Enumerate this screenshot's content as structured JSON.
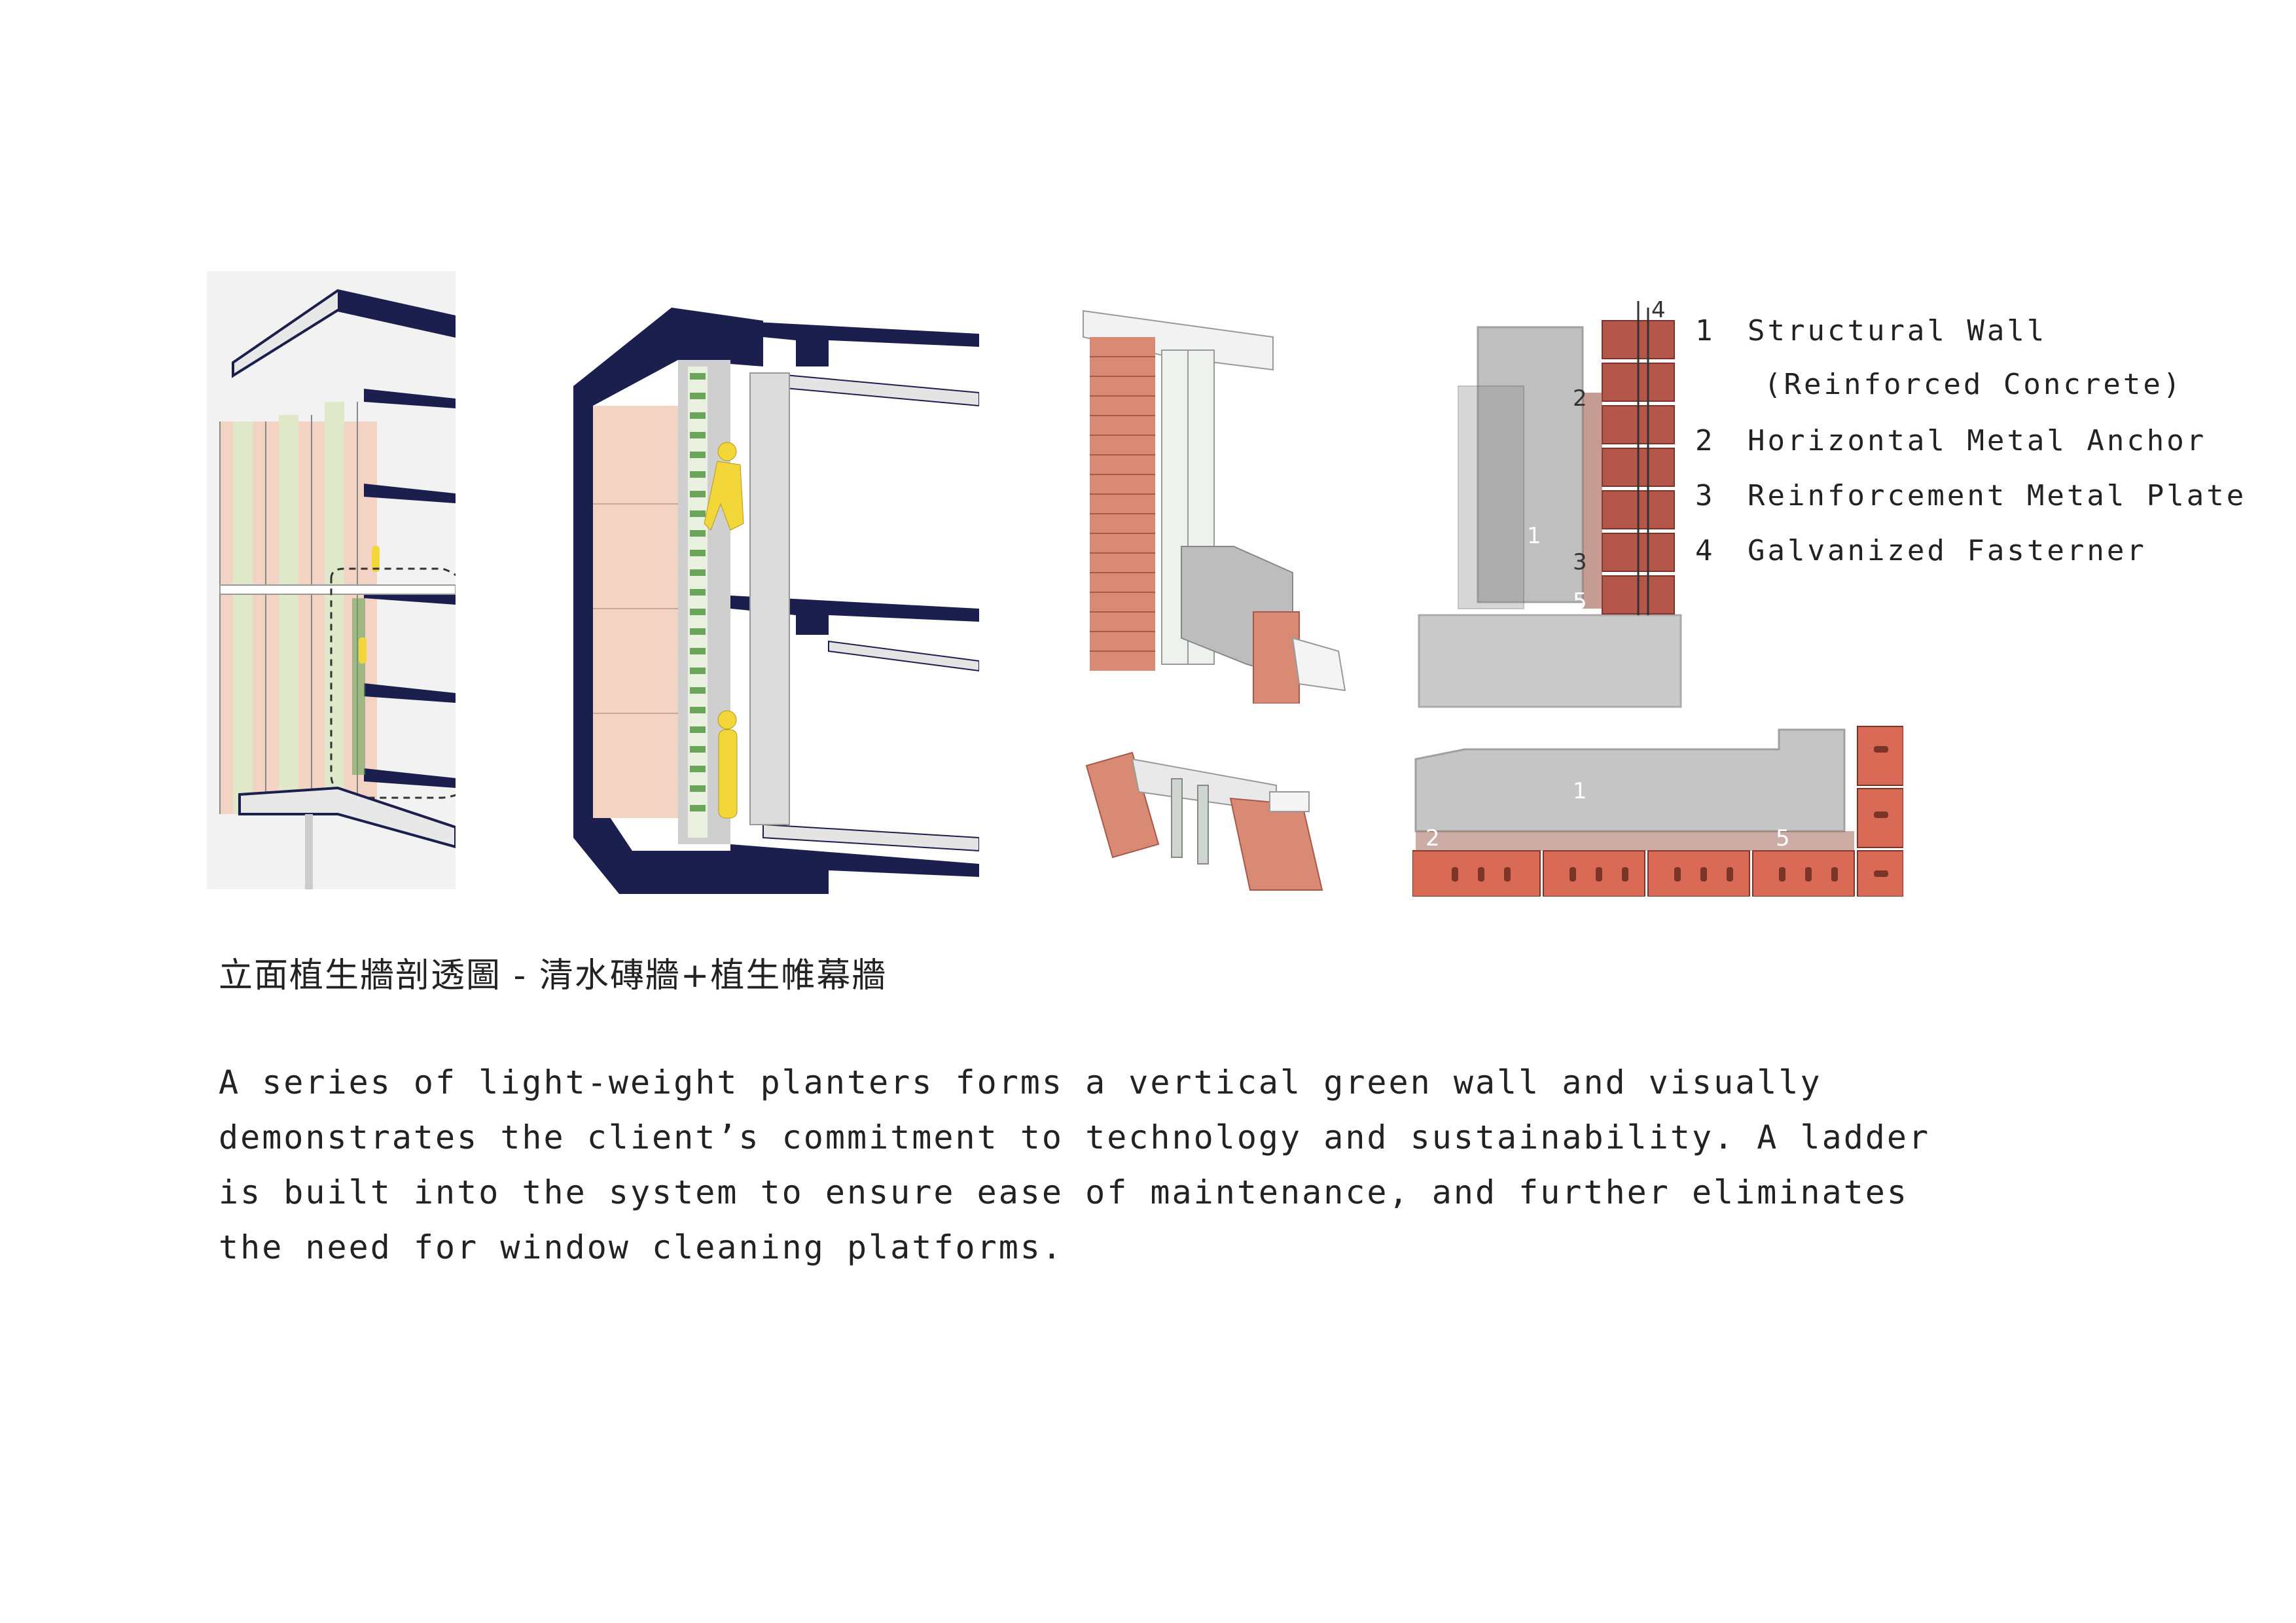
{
  "colors": {
    "navy": "#1a1f4d",
    "slab": "#e6e6e6",
    "brick": "#b4574a",
    "brick_light": "#d98a74",
    "plant": "#6aa55a",
    "figure": "#f2d63a",
    "concrete": "#8c8c8c",
    "pink_panel": "#f3d3c4",
    "green_panel": "#dfe8c9"
  },
  "figure_labels": {
    "section_callouts": [
      "1",
      "2",
      "3",
      "4",
      "5"
    ],
    "plan_callouts": [
      "1",
      "2",
      "5"
    ]
  },
  "legend": {
    "items": [
      {
        "num": "1",
        "label": "Structural Wall"
      },
      {
        "num": "2",
        "label": "Horizontal Metal Anchor"
      },
      {
        "num": "3",
        "label": "Reinforcement Metal Plate"
      },
      {
        "num": "4",
        "label": "Galvanized Fasterner"
      }
    ],
    "item1_sub": "(Reinforced Concrete)"
  },
  "caption": {
    "title": "立面植生牆剖透圖  -  清水磚牆+植生帷幕牆"
  },
  "description": {
    "text": "A series of light-weight planters forms a vertical green wall and visually demonstrates the client’s commitment to technology and sustainability. A ladder is built into the system to ensure ease of maintenance, and further eliminates the need for window cleaning platforms."
  }
}
